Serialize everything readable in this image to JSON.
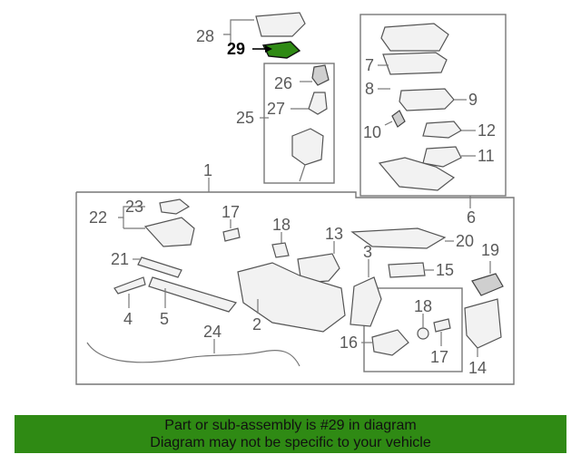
{
  "diagram": {
    "callouts": [
      "28",
      "29",
      "26",
      "27",
      "25",
      "1",
      "7",
      "8",
      "9",
      "10",
      "12",
      "11",
      "6",
      "23",
      "22",
      "17",
      "18",
      "13",
      "20",
      "19",
      "21",
      "3",
      "15",
      "4",
      "5",
      "2",
      "24",
      "16",
      "14"
    ],
    "callout_values": {
      "n28": "28",
      "n29": "29",
      "n26": "26",
      "n27": "27",
      "n25": "25",
      "n1": "1",
      "n7": "7",
      "n8": "8",
      "n9": "9",
      "n10": "10",
      "n12": "12",
      "n11": "11",
      "n6": "6",
      "n23": "23",
      "n22": "22",
      "n17a": "17",
      "n18a": "18",
      "n13": "13",
      "n20": "20",
      "n19": "19",
      "n21": "21",
      "n3": "3",
      "n15": "15",
      "n4": "4",
      "n5": "5",
      "n2": "2",
      "n24": "24",
      "n18b": "18",
      "n16": "16",
      "n17b": "17",
      "n14": "14"
    },
    "highlighted_part": "29",
    "highlight_color": "#2f8a14"
  },
  "banner": {
    "line1": "Part or sub-assembly is #29 in diagram",
    "line2": "Diagram may not be specific to your vehicle",
    "background": "#2f8a14"
  }
}
